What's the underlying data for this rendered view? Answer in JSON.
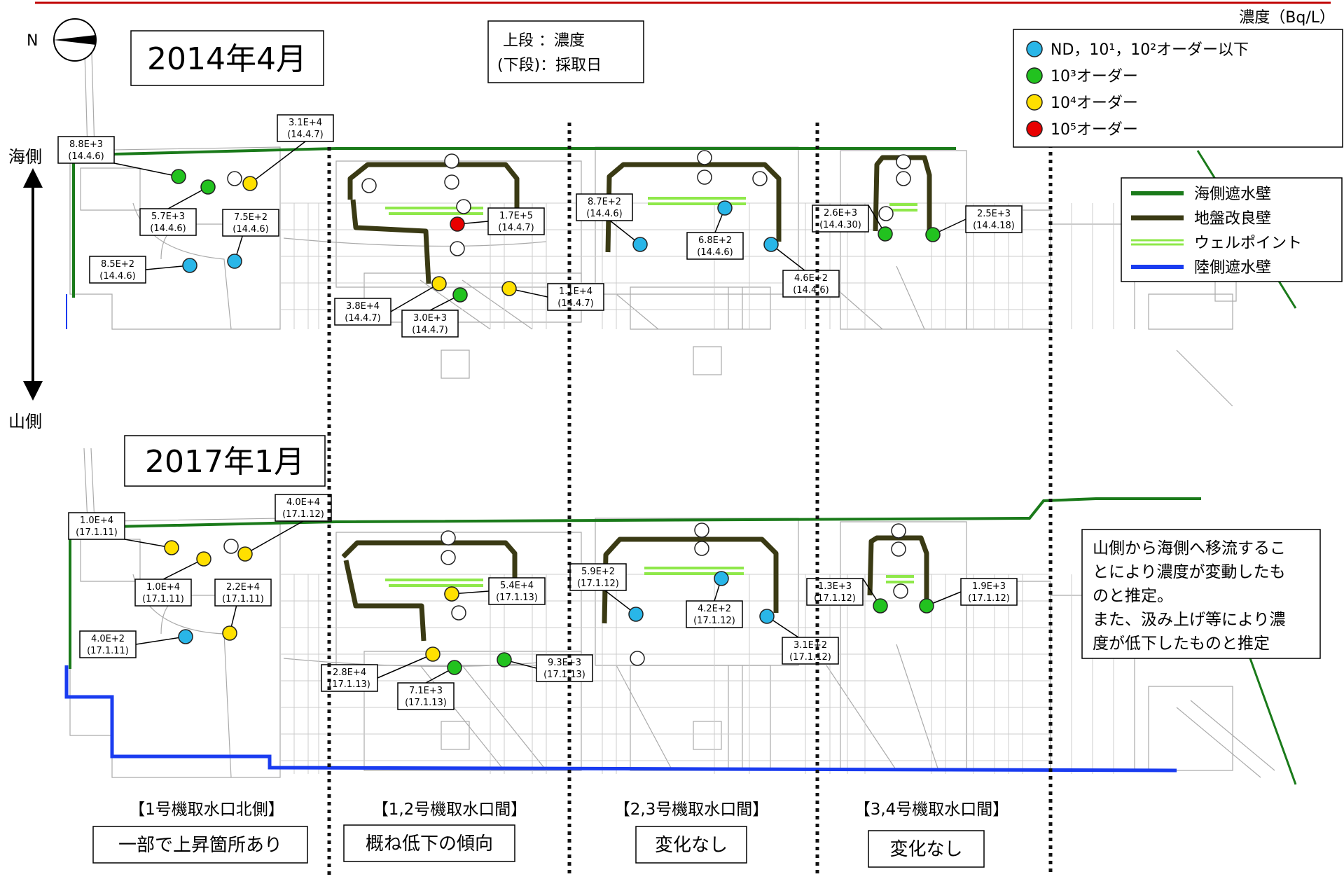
{
  "top_rule_color": "#c00000",
  "north": {
    "label": "N"
  },
  "unit": "濃度（Bq/L）",
  "row_label": {
    "line1": "上段 ：濃度",
    "line2": "(下段)：採取日"
  },
  "axis": {
    "sea": "海側",
    "mountain": "山側"
  },
  "panels": [
    {
      "title": "2014年4月"
    },
    {
      "title": "2017年1月"
    }
  ],
  "legend_dots": [
    {
      "label": "ND，10¹，10²オーダー以下",
      "color": "#29b6e8"
    },
    {
      "label": "10³オーダー",
      "color": "#22c21f"
    },
    {
      "label": "10⁴オーダー",
      "color": "#ffe000"
    },
    {
      "label": "10⁵オーダー",
      "color": "#e80000"
    }
  ],
  "legend_lines": [
    {
      "label": "海側遮水壁",
      "color": "#1a7a1a"
    },
    {
      "label": "地盤改良壁",
      "color": "#3a3a14"
    },
    {
      "label": "ウェルポイント",
      "color": "#8fe84a"
    },
    {
      "label": "陸側遮水壁",
      "color": "#1a3cf0"
    }
  ],
  "note": {
    "lines": [
      "山側から海側へ移流するこ",
      "とにより濃度が変動したも",
      "のと推定。",
      "また、汲み上げ等により濃",
      "度が低下したものと推定"
    ]
  },
  "zones": [
    {
      "name": "【1号機取水口北側】",
      "status": "一部で上昇箇所あり"
    },
    {
      "name": "【1,2号機取水口間】",
      "status": "概ね低下の傾向"
    },
    {
      "name": "【2,3号機取水口間】",
      "status": "変化なし"
    },
    {
      "name": "【3,4号機取水口間】",
      "status": "変化なし"
    }
  ],
  "samples_2014": [
    {
      "value": "8.8E+3",
      "date": "(14.4.6)",
      "level": "green"
    },
    {
      "value": "5.7E+3",
      "date": "(14.4.6)",
      "level": "green"
    },
    {
      "value": "3.1E+4",
      "date": "(14.4.7)",
      "level": "yellow"
    },
    {
      "value": "7.5E+2",
      "date": "(14.4.6)",
      "level": "blue"
    },
    {
      "value": "8.5E+2",
      "date": "(14.4.6)",
      "level": "blue"
    },
    {
      "value": "1.7E+5",
      "date": "(14.4.7)",
      "level": "red"
    },
    {
      "value": "3.8E+4",
      "date": "(14.4.7)",
      "level": "yellow"
    },
    {
      "value": "3.0E+3",
      "date": "(14.4.7)",
      "level": "green"
    },
    {
      "value": "1.1E+4",
      "date": "(14.4.7)",
      "level": "yellow"
    },
    {
      "value": "8.7E+2",
      "date": "(14.4.6)",
      "level": "blue"
    },
    {
      "value": "6.8E+2",
      "date": "(14.4.6)",
      "level": "blue"
    },
    {
      "value": "4.6E+2",
      "date": "(14.4.6)",
      "level": "blue"
    },
    {
      "value": "2.6E+3",
      "date": "(14.4.30)",
      "level": "green"
    },
    {
      "value": "2.5E+3",
      "date": "(14.4.18)",
      "level": "green"
    }
  ],
  "samples_2017": [
    {
      "value": "1.0E+4",
      "date": "(17.1.11)",
      "level": "yellow"
    },
    {
      "value": "1.0E+4",
      "date": "(17.1.11)",
      "level": "yellow"
    },
    {
      "value": "4.0E+4",
      "date": "(17.1.12)",
      "level": "yellow"
    },
    {
      "value": "2.2E+4",
      "date": "(17.1.11)",
      "level": "yellow"
    },
    {
      "value": "4.0E+2",
      "date": "(17.1.11)",
      "level": "blue"
    },
    {
      "value": "5.4E+4",
      "date": "(17.1.13)",
      "level": "yellow"
    },
    {
      "value": "2.8E+4",
      "date": "(17.1.13)",
      "level": "yellow"
    },
    {
      "value": "7.1E+3",
      "date": "(17.1.13)",
      "level": "green"
    },
    {
      "value": "9.3E+3",
      "date": "(17.1.13)",
      "level": "green"
    },
    {
      "value": "5.9E+2",
      "date": "(17.1.12)",
      "level": "blue"
    },
    {
      "value": "4.2E+2",
      "date": "(17.1.12)",
      "level": "blue"
    },
    {
      "value": "3.1E+2",
      "date": "(17.1.12)",
      "level": "blue"
    },
    {
      "value": "1.3E+3",
      "date": "(17.1.12)",
      "level": "green"
    },
    {
      "value": "1.9E+3",
      "date": "(17.1.12)",
      "level": "green"
    }
  ]
}
